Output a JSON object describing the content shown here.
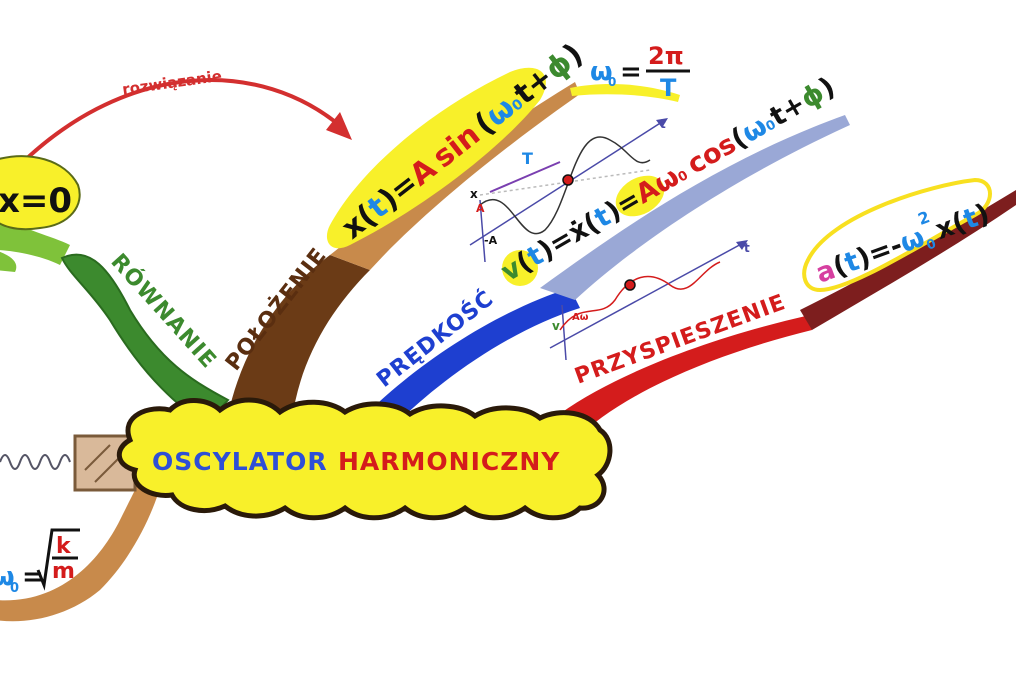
{
  "arrow_label": "rozwiązanie",
  "center": {
    "word1": "OSCYLATOR",
    "word2": "HARMONICZNY"
  },
  "branches": {
    "rownanie": "RÓWNANIE",
    "polozenie": "POŁOŻENIE",
    "predkosc": "PRĘDKOŚĆ",
    "przyspieszenie": "PRZYSPIESZENIE"
  },
  "formulas": {
    "eq_rhs": "x=0",
    "position": {
      "lhs": "x(",
      "t": "t",
      "eq": ")=",
      "a": "A",
      "sin": "sin",
      "paren": "(",
      "w": "ω",
      "sub": "0",
      "rest": "t+",
      "phi": "ϕ",
      "close": ")"
    },
    "omega": {
      "w": "ω",
      "sub": "0",
      "eq": "=",
      "num": "2π",
      "den": "T"
    },
    "velocity": {
      "v": "v",
      "t": "t",
      "eq": ")=",
      "xdot": "ẋ",
      "t2": "t",
      "eq2": ")=",
      "aw": "Aω",
      "sub": "0",
      "cos": "cos",
      "paren": "(",
      "w": "ω",
      "sub2": "0",
      "rest": "t+",
      "phi": "ϕ",
      "close": ")"
    },
    "acceleration": {
      "a": "a",
      "t": "t",
      "eq": ")=",
      "minus": "-",
      "w": "ω",
      "sub": "0",
      "sup": "2",
      "x": "x(",
      "t2": "t",
      "close": ")"
    },
    "omega_k": {
      "w": "ω",
      "sub": "0",
      "eq": "=",
      "k": "k",
      "m": "m"
    }
  },
  "graph_labels": {
    "graph1": {
      "x": "x",
      "t": "t",
      "A": "A",
      "negA": "-A",
      "T": "T"
    },
    "graph2": {
      "v": "v",
      "t": "t",
      "Aw": "Aω"
    }
  },
  "colors": {
    "red_arrow": "#d32f2f",
    "green": "#3c8a2e",
    "brown": "#6b3b16",
    "tan": "#c88a4b",
    "blue": "#1e3fd0",
    "lightblue": "#9aa8d6",
    "red": "#d41c1c",
    "darkred": "#7d1e1e",
    "yellow": "#f8f02a"
  }
}
